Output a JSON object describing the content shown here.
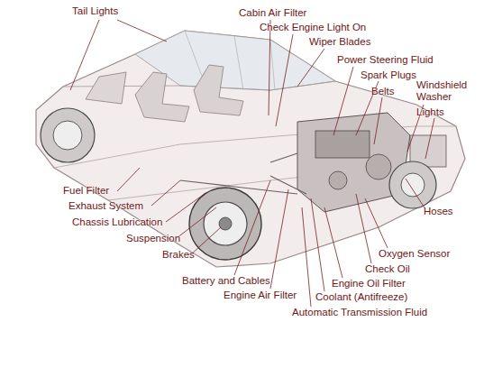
{
  "diagram": {
    "labels": [
      "Tail Lights",
      "Cabin Air Filter",
      "Check Engine Light On",
      "Wiper Blades",
      "Power Steering Fluid",
      "Spark Plugs",
      "Belts",
      "Windshield Washer",
      "Lights",
      "Fuel Filter",
      "Exhaust System",
      "Chassis Lubrication",
      "Suspension",
      "Brakes",
      "Battery and Cables",
      "Engine Air Filter",
      "Engine Oil Filter",
      "Coolant (Antifreeze)",
      "Automatic Transmission Fluid",
      "Hoses",
      "Oxygen Sensor",
      "Check Oil"
    ]
  }
}
